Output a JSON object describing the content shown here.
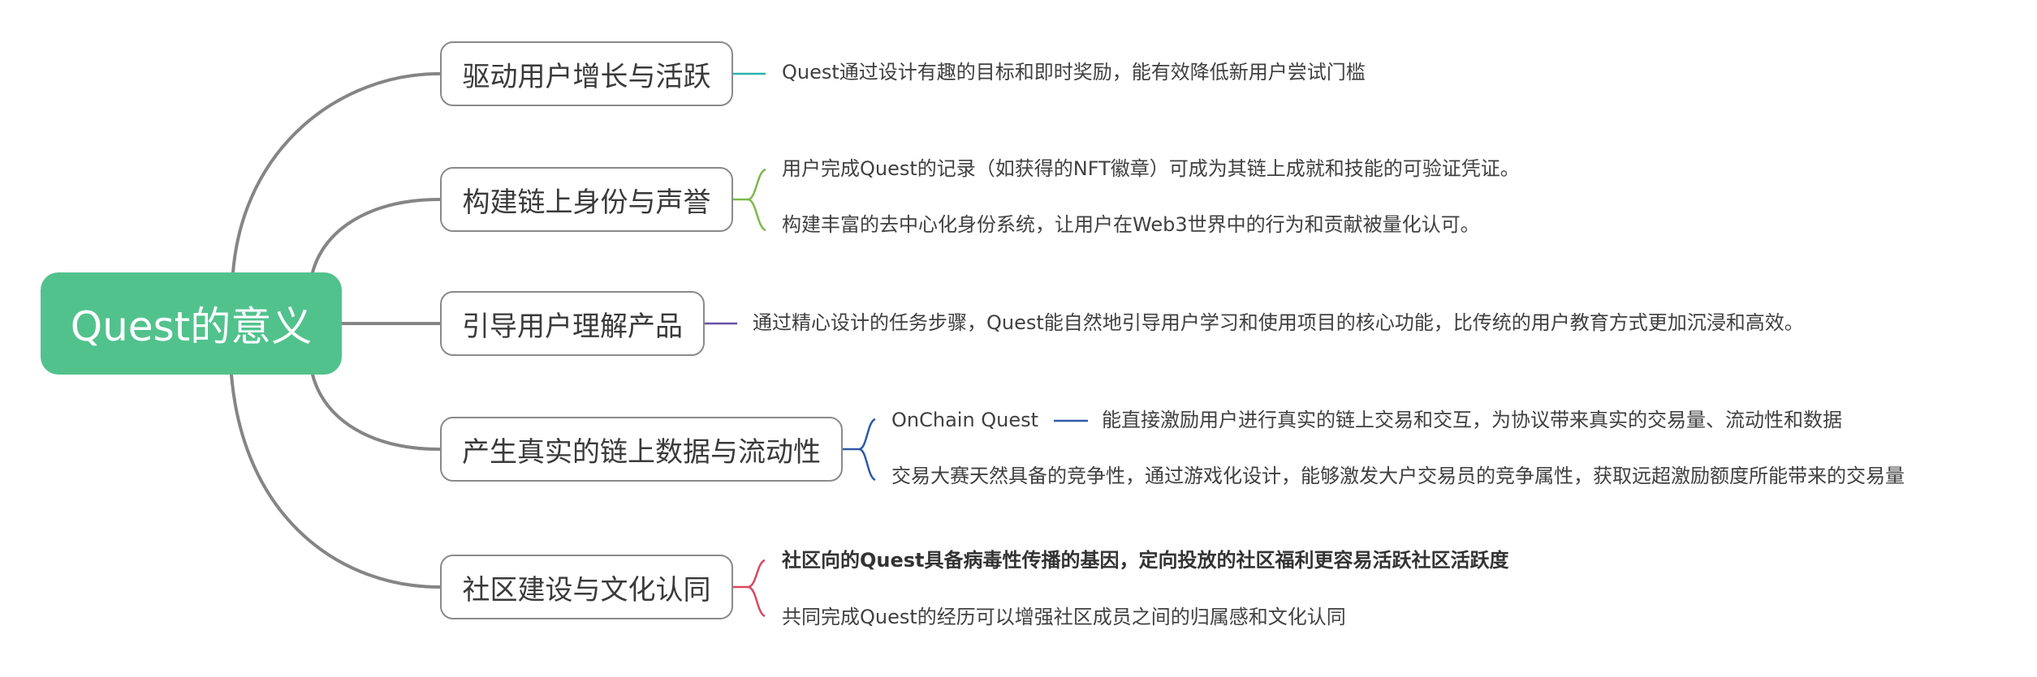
{
  "root": {
    "label": "Quest的意义",
    "color": "#52c28d"
  },
  "branches": [
    {
      "label": "驱动用户增长与活跃",
      "line_color": "#2ab3ab",
      "children": [
        {
          "text": "Quest通过设计有趣的目标和即时奖励，能有效降低新用户尝试门槛",
          "bold": false
        }
      ]
    },
    {
      "label": "构建链上身份与声誉",
      "line_color": "#7db84a",
      "children": [
        {
          "text": "用户完成Quest的记录（如获得的NFT徽章）可成为其链上成就和技能的可验证凭证。",
          "bold": false
        },
        {
          "text": "构建丰富的去中心化身份系统，让用户在Web3世界中的行为和贡献被量化认可。",
          "bold": false
        }
      ]
    },
    {
      "label": "引导用户理解产品",
      "line_color": "#6a4fa8",
      "children": [
        {
          "text": "通过精心设计的任务步骤，Quest能自然地引导用户学习和使用项目的核心功能，比传统的用户教育方式更加沉浸和高效。",
          "bold": false
        }
      ]
    },
    {
      "label": "产生真实的链上数据与流动性",
      "line_color": "#2e5aa8",
      "children": [
        {
          "text": "OnChain Quest",
          "bold": false,
          "child": "能直接激励用户进行真实的链上交易和交互，为协议带来真实的交易量、流动性和数据"
        },
        {
          "text": "交易大赛天然具备的竞争性，通过游戏化设计，能够激发大户交易员的竞争属性，获取远超激励额度所能带来的交易量",
          "bold": false
        }
      ]
    },
    {
      "label": "社区建设与文化认同",
      "line_color": "#d9485f",
      "children": [
        {
          "text": "社区向的Quest具备病毒性传播的基因，定向投放的社区福利更容易活跃社区活跃度",
          "bold": true
        },
        {
          "text": "共同完成Quest的经历可以增强社区成员之间的归属感和文化认同",
          "bold": false
        }
      ]
    }
  ],
  "trunk_color": "#858585"
}
